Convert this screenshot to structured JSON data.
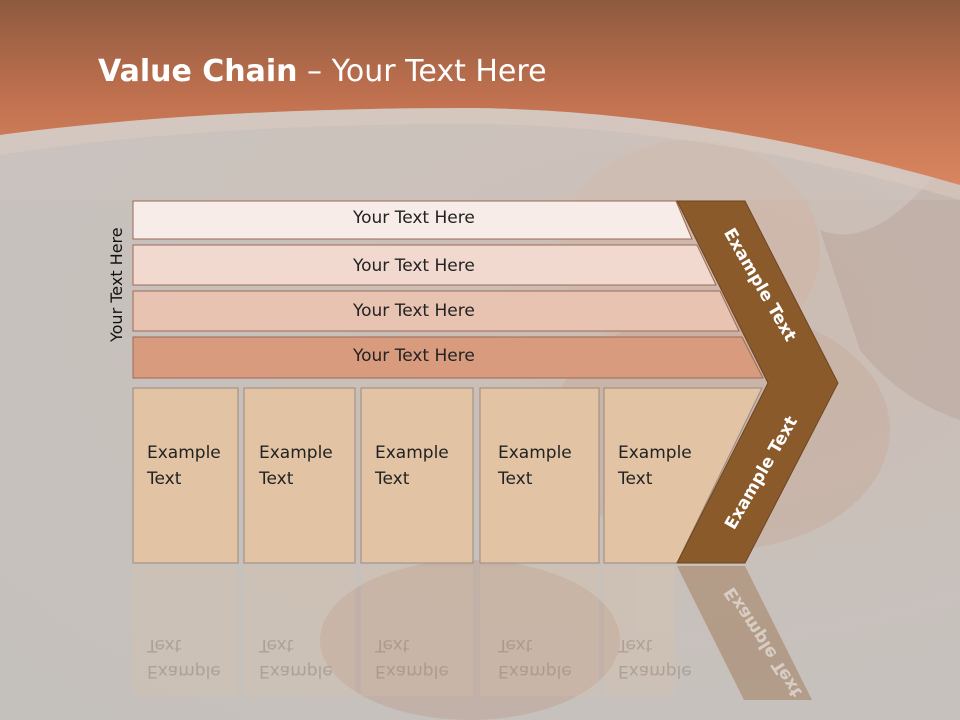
{
  "slide": {
    "title_bold": "Value Chain",
    "title_rest": " – Your Text Here",
    "side_label": "Your Text Here",
    "rows": [
      {
        "label": "Your Text Here",
        "color": "#f7ece7"
      },
      {
        "label": "Your Text Here",
        "color": "#f1d9cf"
      },
      {
        "label": "Your Text Here",
        "color": "#e8c3b1"
      },
      {
        "label": "Your Text Here",
        "color": "#d99b7e"
      }
    ],
    "columns": [
      {
        "line1": "Example",
        "line2": "Text"
      },
      {
        "line1": "Example",
        "line2": "Text"
      },
      {
        "line1": "Example",
        "line2": "Text"
      },
      {
        "line1": "Example",
        "line2": "Text"
      },
      {
        "line1": "Example",
        "line2": "Text"
      }
    ],
    "chevron_top_label": "Example Text",
    "chevron_bottom_label": "Example Text",
    "colors": {
      "header": "#c8724f",
      "column_fill": "#e2c3a4",
      "chevron": "#8b5a2b"
    }
  }
}
